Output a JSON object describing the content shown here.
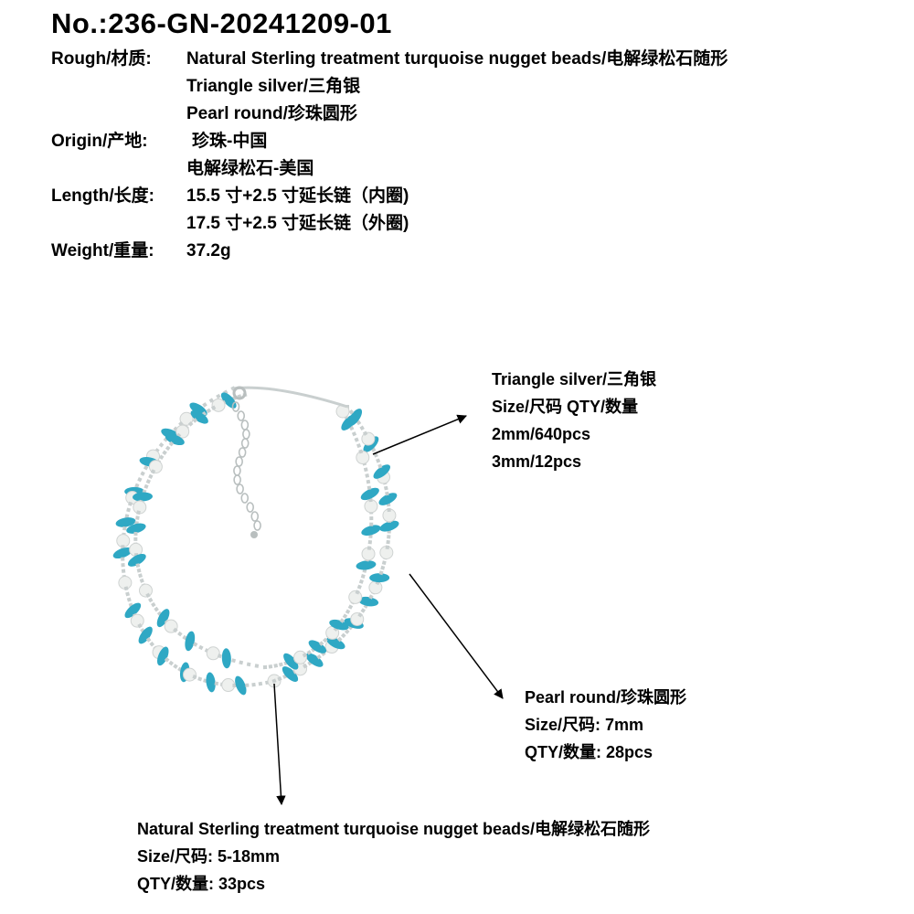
{
  "product_no": "No.:236-GN-20241209-01",
  "spec": {
    "rough_label": "Rough/材质:",
    "rough_lines": [
      "Natural Sterling treatment turquoise nugget beads/电解绿松石随形",
      "Triangle silver/三角银",
      "Pearl round/珍珠圆形"
    ],
    "origin_label": "Origin/产地:",
    "origin_lines": [
      "珍珠-中国",
      "电解绿松石-美国"
    ],
    "length_label": "Length/长度:",
    "length_lines": [
      "15.5 寸+2.5 寸延长链（内圈)",
      "17.5 寸+2.5 寸延长链（外圈)"
    ],
    "weight_label": "Weight/重量:",
    "weight_value": "37.2g"
  },
  "callouts": {
    "silver": {
      "title": "Triangle silver/三角银",
      "header": "Size/尺码 QTY/数量",
      "lines": [
        "2mm/640pcs",
        "3mm/12pcs"
      ]
    },
    "pearl": {
      "title": "Pearl round/珍珠圆形",
      "size": "Size/尺码: 7mm",
      "qty": "QTY/数量: 28pcs"
    },
    "turquoise": {
      "title": "Natural Sterling treatment turquoise nugget beads/电解绿松石随形",
      "size": "Size/尺码: 5-18mm",
      "qty": "QTY/数量: 33pcs"
    }
  },
  "colors": {
    "turquoise": "#2fa8c4",
    "pearl": "#eef0ee",
    "silver": "#c9cfcf",
    "arrow": "#000000"
  }
}
